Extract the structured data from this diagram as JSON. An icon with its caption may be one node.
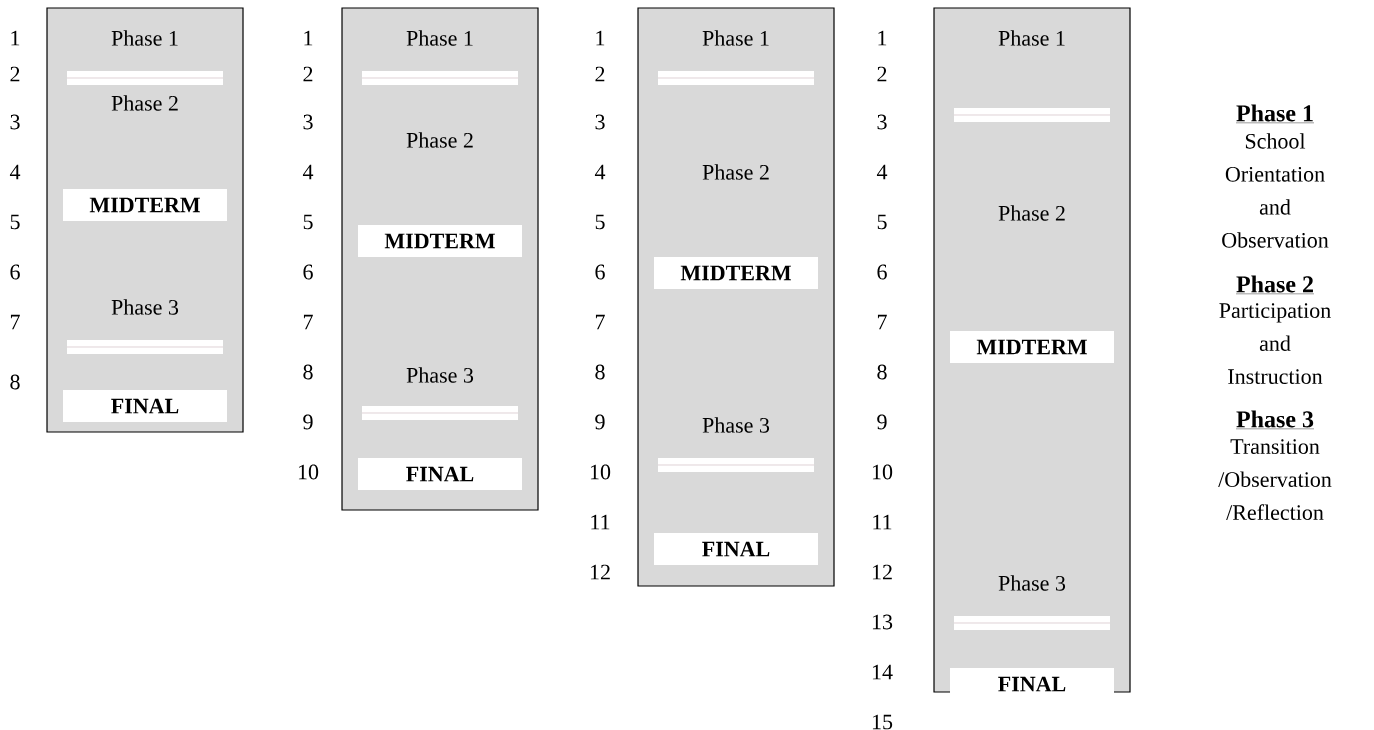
{
  "diagram": {
    "nodes": [
      {
        "text": [
          "Phase 1",
          "Phase 2",
          "Phase 3"
        ]
      },
      {
        "text": [
          "MIDTERM"
        ],
        "in": 0
      },
      {
        "text": [
          "FINAL"
        ],
        "in": 0
      },
      {
        "text": [
          "Phase 1",
          "Phase 2",
          "Phase 3"
        ]
      },
      {
        "text": [
          "MIDTERM"
        ],
        "in": 3
      },
      {
        "text": [
          "FINAL"
        ],
        "in": 3
      },
      {
        "text": [
          "Phase 1",
          "Phase 2",
          "Phase 3"
        ]
      },
      {
        "text": [
          "MIDTERM"
        ],
        "in": 6
      },
      {
        "text": [
          "FINAL"
        ],
        "in": 6
      },
      {
        "text": [
          "Phase 1",
          "Phase 2",
          "Phase 3"
        ]
      },
      {
        "text": [
          "MIDTERM"
        ],
        "in": 9
      },
      {
        "text": [
          "FINAL"
        ],
        "in": 9
      }
    ],
    "labels": [
      "1",
      "2",
      "3",
      "4",
      "5",
      "6",
      "7",
      "8",
      "1",
      "2",
      "3",
      "4",
      "5",
      "6",
      "7",
      "8",
      "9",
      "10",
      "1",
      "2",
      "3",
      "4",
      "5",
      "6",
      "7",
      "8",
      "9",
      "10",
      "11",
      "12",
      "1",
      "2",
      "3",
      "4",
      "5",
      "6",
      "7",
      "8",
      "9",
      "10",
      "11",
      "12",
      "13",
      "14",
      "15",
      "Phase 1",
      "School Orientation and Observation",
      "Phase 2",
      "Participation and Instruction",
      "Phase 3",
      "Transition /Observation /Reflection"
    ]
  }
}
